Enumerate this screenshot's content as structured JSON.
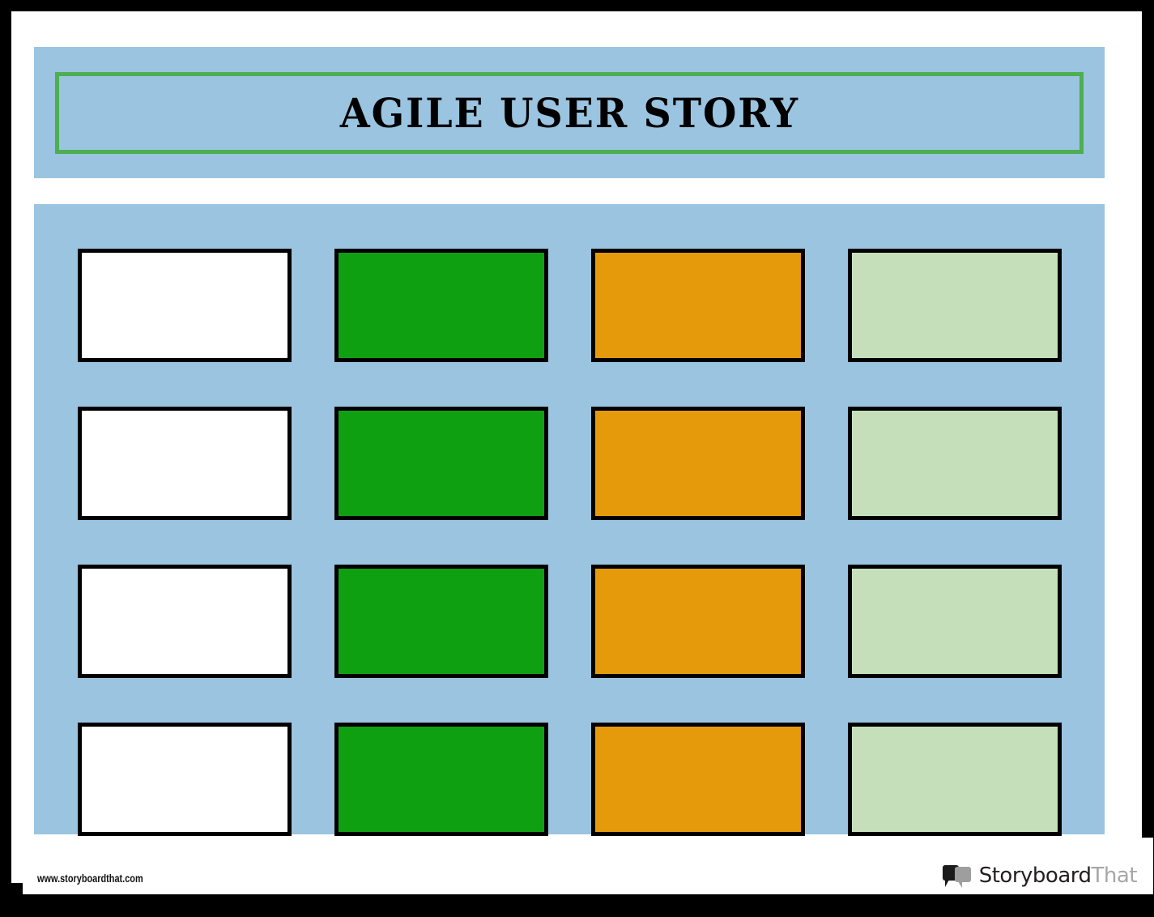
{
  "document": {
    "title": "AGILE USER STORY",
    "frame_color": "#000000",
    "canvas_color": "#ffffff"
  },
  "title_panel": {
    "panel_color": "#9AC4E0",
    "accent_border_color": "#4CAF50",
    "heading": "AGILE USER STORY"
  },
  "board": {
    "panel_color": "#9AC4E0",
    "columns": 4,
    "rows": 4,
    "card_border_color": "#000000",
    "column_colors": [
      "#ffffff",
      "#0FA011",
      "#E59A0C",
      "#C5DFBB"
    ],
    "cards": [
      {
        "row": 1,
        "column": 1,
        "fill": "#ffffff",
        "label": ""
      },
      {
        "row": 1,
        "column": 2,
        "fill": "#0FA011",
        "label": ""
      },
      {
        "row": 1,
        "column": 3,
        "fill": "#E59A0C",
        "label": ""
      },
      {
        "row": 1,
        "column": 4,
        "fill": "#C5DFBB",
        "label": ""
      },
      {
        "row": 2,
        "column": 1,
        "fill": "#ffffff",
        "label": ""
      },
      {
        "row": 2,
        "column": 2,
        "fill": "#0FA011",
        "label": ""
      },
      {
        "row": 2,
        "column": 3,
        "fill": "#E59A0C",
        "label": ""
      },
      {
        "row": 2,
        "column": 4,
        "fill": "#C5DFBB",
        "label": ""
      },
      {
        "row": 3,
        "column": 1,
        "fill": "#ffffff",
        "label": ""
      },
      {
        "row": 3,
        "column": 2,
        "fill": "#0FA011",
        "label": ""
      },
      {
        "row": 3,
        "column": 3,
        "fill": "#E59A0C",
        "label": ""
      },
      {
        "row": 3,
        "column": 4,
        "fill": "#C5DFBB",
        "label": ""
      },
      {
        "row": 4,
        "column": 1,
        "fill": "#ffffff",
        "label": ""
      },
      {
        "row": 4,
        "column": 2,
        "fill": "#0FA011",
        "label": ""
      },
      {
        "row": 4,
        "column": 3,
        "fill": "#E59A0C",
        "label": ""
      },
      {
        "row": 4,
        "column": 4,
        "fill": "#C5DFBB",
        "label": ""
      }
    ]
  },
  "footer": {
    "url": "www.storyboardthat.com",
    "logo": {
      "icon": "speech-bubbles-icon",
      "word_primary": "Storyboard",
      "word_secondary": "That",
      "primary_color": "#231f20",
      "secondary_color": "#a6a6a6"
    }
  }
}
